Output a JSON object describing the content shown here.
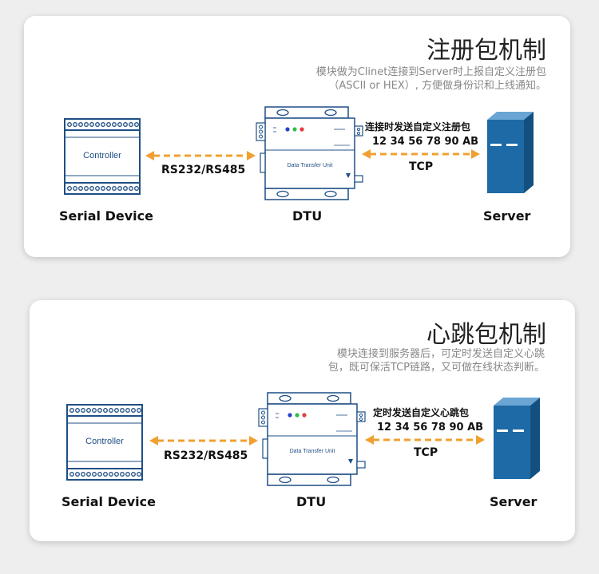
{
  "panels": [
    {
      "title": "注册包机制",
      "desc_lines": [
        "模块做为Clinet连接到Server时上报自定义注册包",
        "（ASCII or HEX）, 方便做身份识和上线通知。"
      ],
      "controller_text": "Controller",
      "device_labels": {
        "serial": "Serial Device",
        "dtu": "DTU",
        "server": "Server"
      },
      "left_link_label": "RS232/RS485",
      "right_link_top": "连接时发送自定义注册包",
      "right_link_hex": "12 34 56 78 90 AB",
      "right_link_label": "TCP",
      "dtu_unit_text": "Data Transfer Unit"
    },
    {
      "title": "心跳包机制",
      "desc_lines": [
        "模块连接到服务器后，可定时发送自定义心跳",
        "包，既可保活TCP链路，又可做在线状态判断。"
      ],
      "controller_text": "Controller",
      "device_labels": {
        "serial": "Serial Device",
        "dtu": "DTU",
        "server": "Server"
      },
      "left_link_label": "RS232/RS485",
      "right_link_top": "定时发送自定义心跳包",
      "right_link_hex": "12 34 56 78 90 AB",
      "right_link_label": "TCP",
      "dtu_unit_text": "Data Transfer Unit"
    }
  ],
  "colors": {
    "arrow": "#f0a030",
    "device_outline": "#1f4f86",
    "server_blue": "#1d6aa6",
    "led_blue": "#2a40c8",
    "led_green": "#2fbf4a",
    "led_red": "#e23c3c"
  }
}
